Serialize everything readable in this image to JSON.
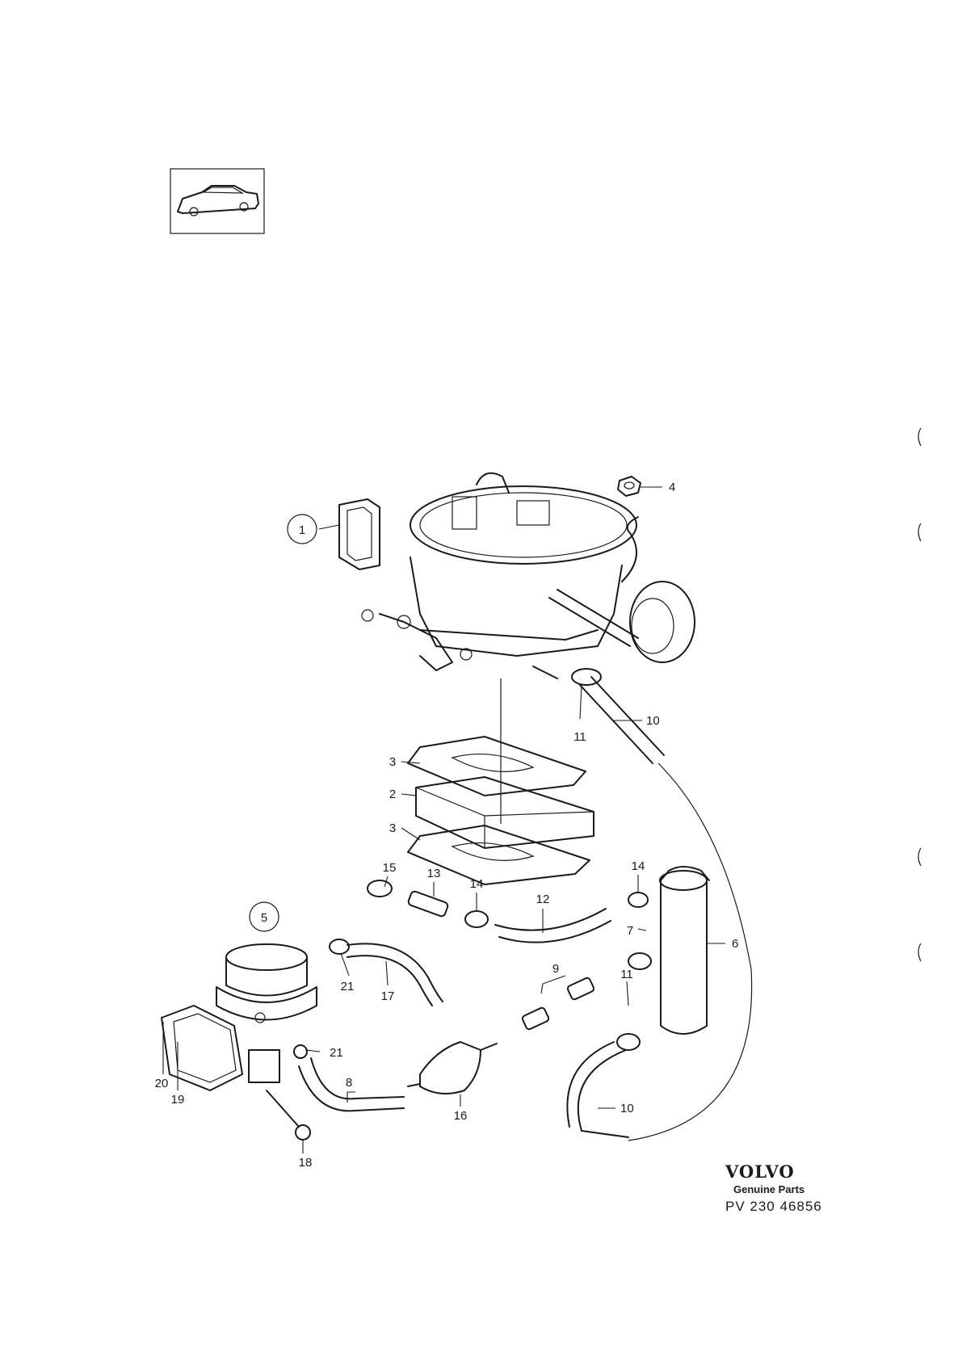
{
  "diagram": {
    "callouts": [
      {
        "id": "c1",
        "text": "1"
      },
      {
        "id": "c2",
        "text": "2"
      },
      {
        "id": "c3a",
        "text": "3"
      },
      {
        "id": "c3b",
        "text": "3"
      },
      {
        "id": "c4",
        "text": "4"
      },
      {
        "id": "c5",
        "text": "5"
      },
      {
        "id": "c6",
        "text": "6"
      },
      {
        "id": "c7",
        "text": "7"
      },
      {
        "id": "c8",
        "text": "8"
      },
      {
        "id": "c9",
        "text": "9"
      },
      {
        "id": "c10a",
        "text": "10"
      },
      {
        "id": "c10b",
        "text": "10"
      },
      {
        "id": "c11a",
        "text": "11"
      },
      {
        "id": "c11b",
        "text": "11"
      },
      {
        "id": "c12",
        "text": "12"
      },
      {
        "id": "c13",
        "text": "13"
      },
      {
        "id": "c14a",
        "text": "14"
      },
      {
        "id": "c14b",
        "text": "14"
      },
      {
        "id": "c15",
        "text": "15"
      },
      {
        "id": "c16",
        "text": "16"
      },
      {
        "id": "c17",
        "text": "17"
      },
      {
        "id": "c18",
        "text": "18"
      },
      {
        "id": "c19",
        "text": "19"
      },
      {
        "id": "c20",
        "text": "20"
      },
      {
        "id": "c21a",
        "text": "21"
      },
      {
        "id": "c21b",
        "text": "21"
      }
    ]
  },
  "footer": {
    "brand": "VOLVO",
    "subtitle": "Genuine Parts",
    "reference": "PV 230  46856"
  }
}
